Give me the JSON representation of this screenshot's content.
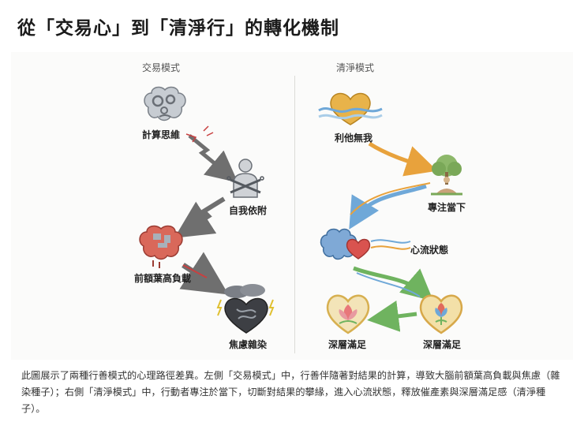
{
  "title": "從「交易心」到「清淨行」的轉化機制",
  "left": {
    "heading": "交易模式",
    "nodes": {
      "calc": "計算思維",
      "ego": "自我依附",
      "prefrontal": "前額葉高負載",
      "anxiety": "焦慮雜染"
    }
  },
  "right": {
    "heading": "清淨模式",
    "nodes": {
      "altruism": "利他無我",
      "present": "專注當下",
      "flow": "心流狀態",
      "deep1": "深層滿足",
      "deep2": "深層滿足"
    }
  },
  "caption": "此圖展示了兩種行善模式的心理路徑差異。左側「交易模式」中，行善伴隨著對結果的計算，導致大腦前額葉高負載與焦慮（雜染種子）；右側「清淨模式」中，行動者專注於當下，切斷對結果的攀緣，進入心流狀態，釋放催產素與深層滿足感（清淨種子）。",
  "colors": {
    "left_arrow": "#6f6f6f",
    "left_arrow_accent": "#c84040",
    "right_arrow_orange": "#e8a23c",
    "right_arrow_blue": "#6fa8d8",
    "right_arrow_green": "#6fb35f",
    "heart_gold": "#e8b34a",
    "heart_red": "#d9534f",
    "brain_blue": "#7fa9d6",
    "brain_red": "#d9685a"
  },
  "icons": [
    "brain-gears-icon",
    "broken-chain-icon",
    "chained-figure-icon",
    "overloaded-brain-icon",
    "dark-heart-storm-icon",
    "heart-waves-icon",
    "meditation-tree-icon",
    "brain-heart-icon",
    "lotus-heart-icon",
    "flower-heart-icon"
  ]
}
